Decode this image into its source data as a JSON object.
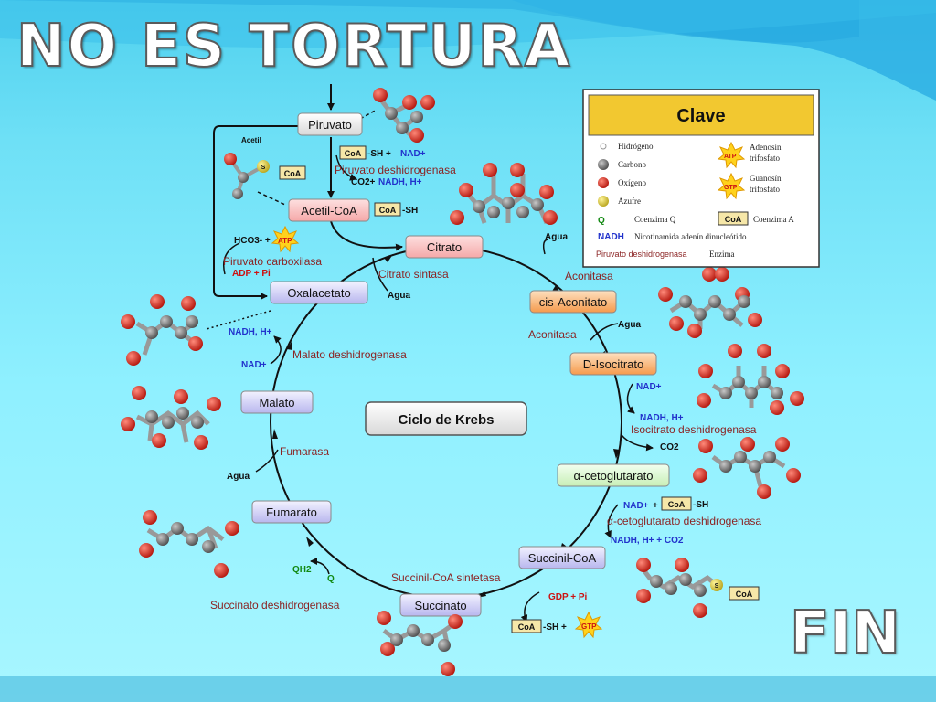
{
  "slide": {
    "title": "NO ES TORTURA",
    "end_label": "FIN"
  },
  "diagram": {
    "center_title": "Ciclo de Krebs",
    "intermediates": {
      "piruvato": "Piruvato",
      "acetil_coa": "Acetil-CoA",
      "citrato": "Citrato",
      "cis_aconitato": "cis-Aconitato",
      "d_isocitrato": "D-Isocitrato",
      "a_cetoglutarato": "α-cetoglutarato",
      "succinil_coa": "Succinil-CoA",
      "succinato": "Succinato",
      "fumarato": "Fumarato",
      "malato": "Malato",
      "oxalacetato": "Oxalacetato"
    },
    "enzymes": {
      "piruvato_dh": "Piruvato deshidrogenasa",
      "piruvato_carbox": "Piruvato carboxilasa",
      "citrato_sintasa": "Citrato sintasa",
      "aconitasa_1": "Aconitasa",
      "aconitasa_2": "Aconitasa",
      "isocitrato_dh": "Isocitrato deshidrogenasa",
      "cetoglutarato_dh": "α-cetoglutarato deshidrogenasa",
      "succinil_sintetasa": "Succinil-CoA sintetasa",
      "succinato_dh": "Succinato deshidrogenasa",
      "fumarasa": "Fumarasa",
      "malato_dh": "Malato deshidrogenasa"
    },
    "cofactors": {
      "acetil": "Acetil",
      "coa": "CoA",
      "sh": "-SH",
      "sh_plus": "-SH + ",
      "nad_plus": "NAD+",
      "co2": "CO2",
      "co2_plus": "CO2+",
      "nadh_h": "NADH, H+",
      "nadh_h_plus": "NADH, H+ + CO2",
      "agua": "Agua",
      "hco3": "HCO3- + ",
      "atp": "ATP",
      "adp_pi": "ADP + Pi",
      "gdp_pi": "GDP + Pi",
      "gtp": "GTP",
      "plus": "+",
      "qh2": "QH2",
      "q": "Q",
      "s": "S"
    },
    "legend": {
      "title": "Clave",
      "hidrogeno": "Hidrógeno",
      "carbono": "Carbono",
      "oxigeno": "Oxígeno",
      "azufre": "Azufre",
      "q_symbol": "Q",
      "coenzima_q": "Coenzima Q",
      "nadh_symbol": "NADH",
      "nadh_desc": "Nicotinamida adenín dinucleótido",
      "enzyme_example": "Piruvato deshidrogenasa",
      "enzima": "Enzima",
      "atp_desc_1": "Adenosín",
      "atp_desc_2": "trifosfato",
      "gtp_desc_1": "Guanosín",
      "gtp_desc_2": "trifosfato",
      "coa_symbol": "CoA",
      "coenzima_a": "Coenzima A"
    }
  },
  "colors": {
    "title_fill": "#ffffff",
    "legend_header": "#f2c830",
    "box_red": "#f7b9b9",
    "box_orange": "#f5a458",
    "box_green": "#d6f4c4",
    "box_purple": "#c7c6f2",
    "oxygen": "#dd2a1c",
    "carbon": "#777777",
    "sulfur": "#d4c23a"
  }
}
